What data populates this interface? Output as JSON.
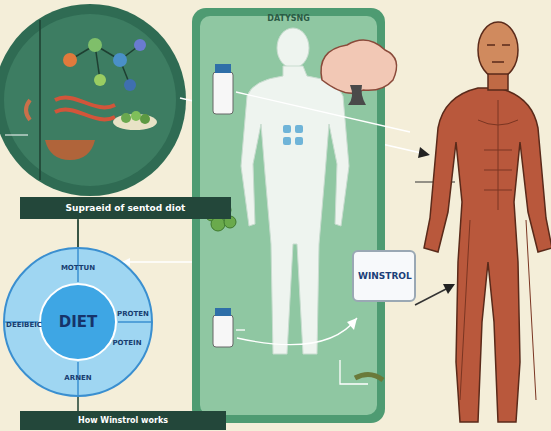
{
  "diagram": {
    "nodes": [
      {
        "text": [
          "DATYSNG"
        ]
      },
      {
        "text": [
          "WINSTROL"
        ]
      },
      {
        "text": [
          "Supraeid of sentod diot"
        ]
      },
      {
        "text": [
          "DIET"
        ]
      },
      {
        "text": [
          "How Winstrol works"
        ]
      }
    ],
    "edges": [
      {
        "from": 0,
        "to": 3,
        "arrow": "to"
      },
      {
        "from": 2,
        "to": 3,
        "arrow": "none"
      },
      {
        "from": 3,
        "to": 4,
        "arrow": "none"
      }
    ],
    "labels": [
      "MOTTUN",
      "PROTEN",
      "POTEIN",
      "ARNEN",
      "DEEIBEIC"
    ]
  }
}
